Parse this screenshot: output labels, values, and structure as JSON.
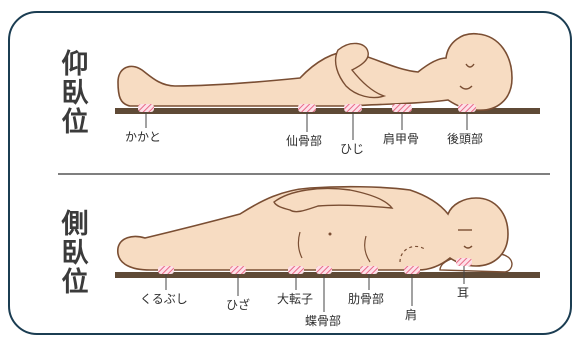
{
  "figure": {
    "accent_color": "#e86a86",
    "skin_color": "#f7dcc2",
    "outline_color": "#7a4e33",
    "frame_color": "#1b3d52"
  },
  "supine": {
    "title_chars": [
      "仰",
      "臥",
      "位"
    ],
    "points": [
      {
        "label": "かかと"
      },
      {
        "label": "仙骨部"
      },
      {
        "label": "ひじ"
      },
      {
        "label": "肩甲骨"
      },
      {
        "label": "後頭部"
      }
    ]
  },
  "lateral": {
    "title_chars": [
      "側",
      "臥",
      "位"
    ],
    "points": [
      {
        "label": "くるぶし"
      },
      {
        "label": "ひざ"
      },
      {
        "label": "大転子"
      },
      {
        "label": "蝶骨部"
      },
      {
        "label": "肋骨部"
      },
      {
        "label": "肩"
      },
      {
        "label": "耳"
      }
    ]
  }
}
